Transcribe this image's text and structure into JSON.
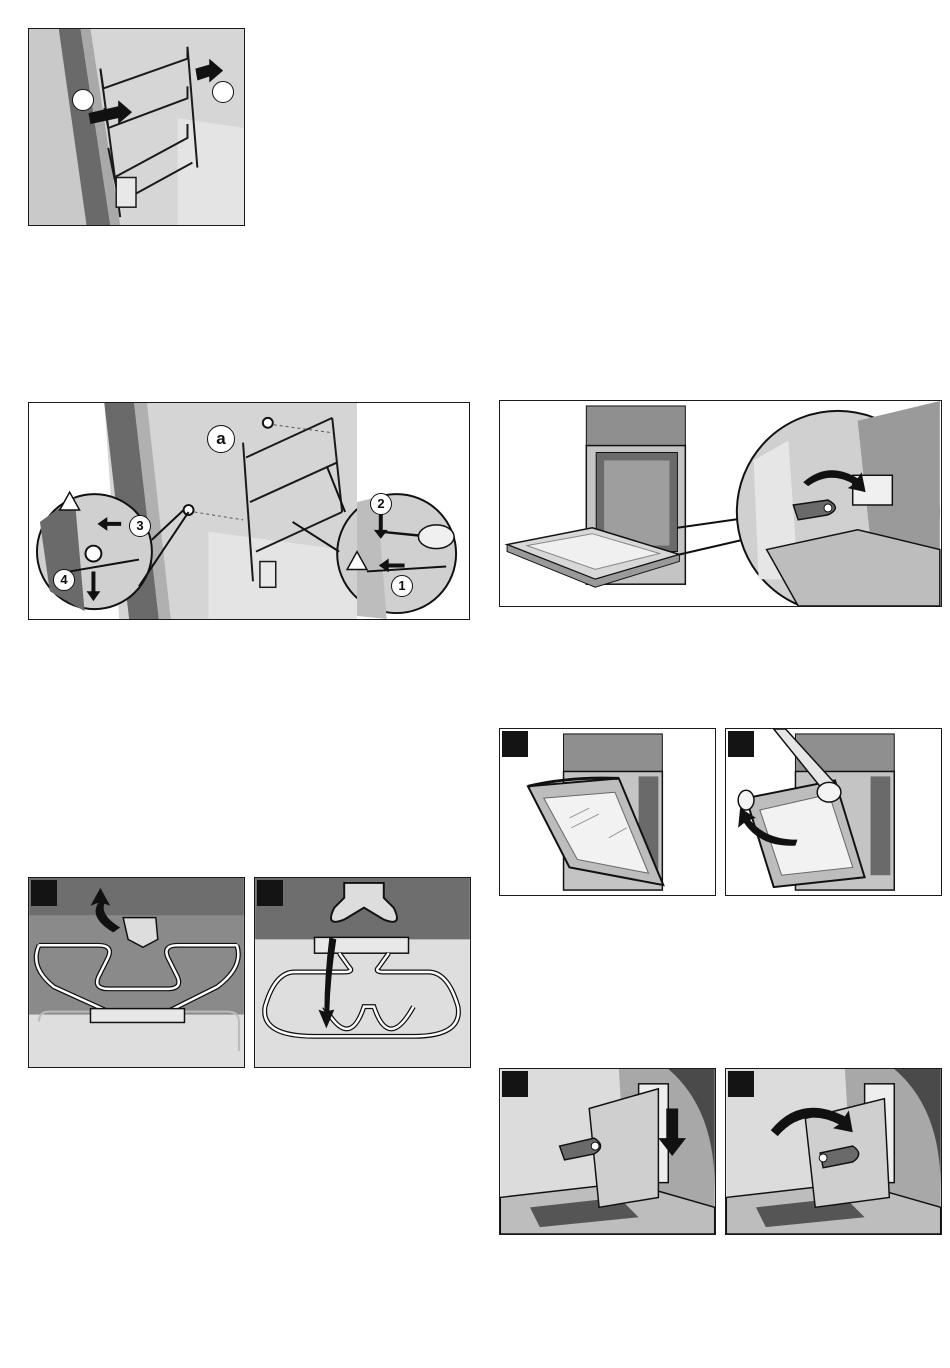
{
  "fig1": {
    "callouts": [
      "",
      ""
    ]
  },
  "fig2": {
    "callouts": [
      "a",
      "1",
      "2",
      "3",
      "4"
    ]
  },
  "fig3": {
    "panels": [
      "",
      ""
    ]
  },
  "fig4": {
    "callouts": []
  },
  "fig5": {
    "panels": [
      "",
      ""
    ]
  },
  "fig6": {
    "panels": [
      "",
      ""
    ]
  },
  "colors": {
    "line": "#1a1a1a",
    "wall": "#d9d9d9",
    "dark": "#595959",
    "mid": "#8c8c8c",
    "light": "#e9e9e9"
  }
}
